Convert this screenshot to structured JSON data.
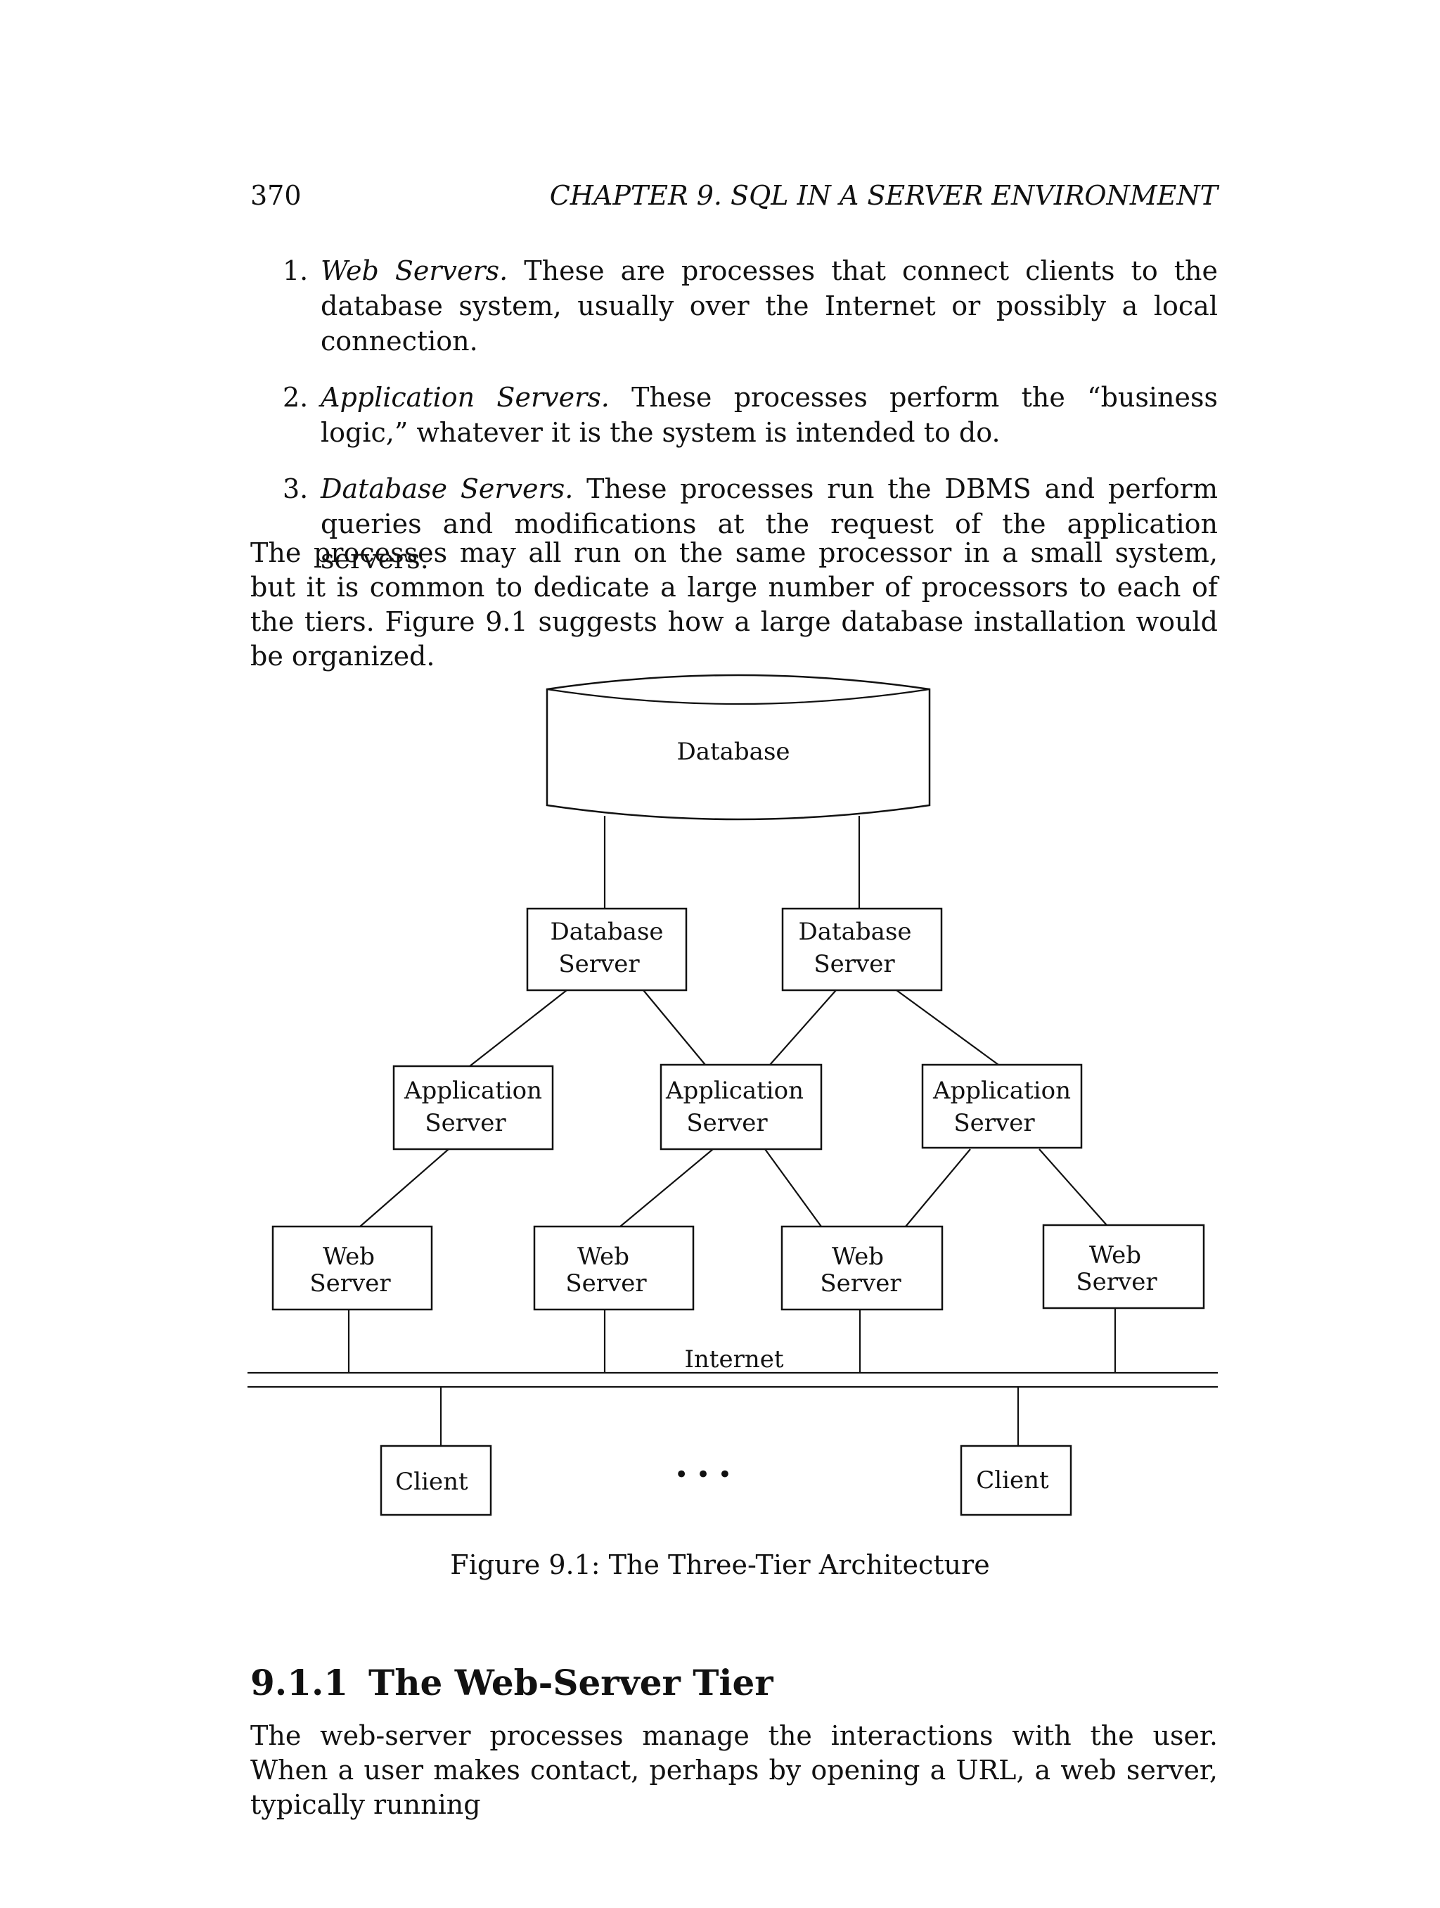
{
  "header": {
    "page_number": "370",
    "chapter_title": "CHAPTER 9.  SQL IN A SERVER ENVIRONMENT"
  },
  "list": [
    {
      "num": "1.",
      "term": "Web Servers.",
      "text": " These are processes that connect clients to the database system, usually over the Internet or possibly a local connection."
    },
    {
      "num": "2.",
      "term": "Application Servers.",
      "text": " These processes perform the “business logic,” whatever it is the system is intended to do."
    },
    {
      "num": "3.",
      "term": "Database Servers.",
      "text": " These processes run the DBMS and perform queries and modifications at the request of the application servers."
    }
  ],
  "paragraph1": "The processes may all run on the same processor in a small system, but it is common to dedicate a large number of processors to each of the tiers. Figure 9.1 suggests how a large database installation would be organized.",
  "figure": {
    "database_label": "Database",
    "db_server": {
      "line1": "Database",
      "line2": "Server"
    },
    "app_server": {
      "line1": "Application",
      "line2": "Server"
    },
    "web_server": {
      "line1": "Web",
      "line2": "Server"
    },
    "internet_label": "Internet",
    "client_label": "Client",
    "ellipsis": "• • •",
    "caption": "Figure 9.1: The Three-Tier Architecture"
  },
  "section": {
    "number": "9.1.1",
    "title": "The Web-Server Tier"
  },
  "paragraph2": "The web-server processes manage the interactions with the user. When a user makes contact, perhaps by opening a URL, a web server, typically running"
}
